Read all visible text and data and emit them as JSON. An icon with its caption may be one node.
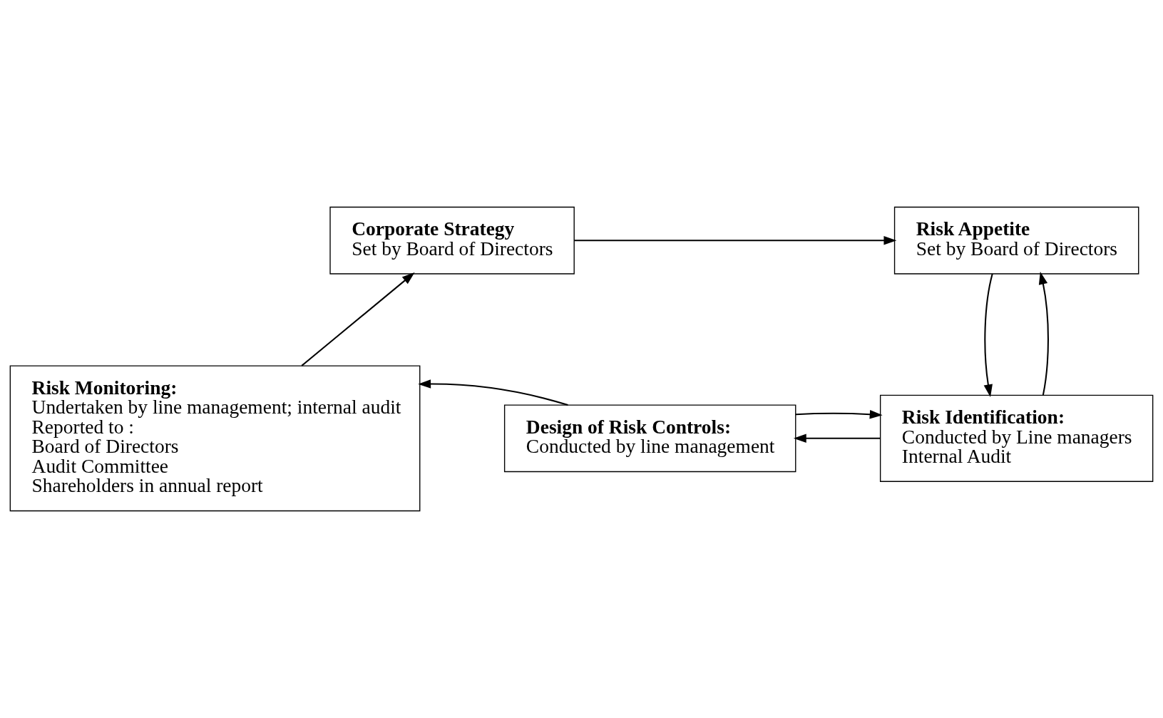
{
  "diagram": {
    "nodes": [
      {
        "text": [
          "Corporate Strategy",
          "Set by Board of Directors"
        ]
      },
      {
        "text": [
          "Risk Appetite",
          "Set by Board of Directors"
        ]
      },
      {
        "text": [
          "Risk Monitoring:",
          "Undertaken by line management; internal audit",
          "Reported to :",
          "Board of Directors",
          "Audit Committee",
          "Shareholders in annual report"
        ]
      },
      {
        "text": [
          "Design of Risk Controls:",
          "Conducted by line management"
        ]
      },
      {
        "text": [
          "Risk Identification:",
          "Conducted by Line managers",
          "Internal Audit"
        ]
      }
    ],
    "edges": [
      {
        "from": 0,
        "to": 1,
        "arrow": "to"
      },
      {
        "from": 4,
        "to": 1,
        "arrow": "to"
      },
      {
        "from": 1,
        "to": 4,
        "arrow": "to"
      },
      {
        "from": 4,
        "to": 3,
        "arrow": "to"
      },
      {
        "from": 3,
        "to": 4,
        "arrow": "to"
      },
      {
        "from": 3,
        "to": 2,
        "arrow": "to"
      },
      {
        "from": 2,
        "to": 0,
        "arrow": "to"
      }
    ]
  }
}
